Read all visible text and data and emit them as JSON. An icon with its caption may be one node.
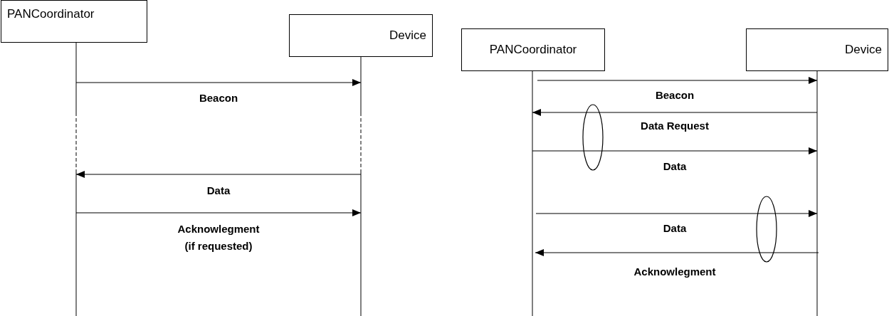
{
  "diagram": {
    "nodes": [
      {
        "text": [
          "PANCoordinator"
        ]
      },
      {
        "text": [
          "Device"
        ]
      },
      {
        "text": [
          "PANCoordinator"
        ]
      },
      {
        "text": [
          "Device"
        ]
      }
    ],
    "edges": [
      {
        "from": 0,
        "to": 1,
        "arrow": "to",
        "label": "Beacon"
      },
      {
        "from": 1,
        "to": 0,
        "arrow": "to",
        "label": "Data"
      },
      {
        "from": 0,
        "to": 1,
        "arrow": "to",
        "label": "Acknowlegment (if requested)"
      },
      {
        "from": 2,
        "to": 3,
        "arrow": "to",
        "label": "Beacon"
      },
      {
        "from": 3,
        "to": 2,
        "arrow": "to",
        "label": "Data Request"
      },
      {
        "from": 2,
        "to": 3,
        "arrow": "to",
        "label": "Data"
      },
      {
        "from": 2,
        "to": 3,
        "arrow": "to",
        "label": "Data"
      },
      {
        "from": 3,
        "to": 2,
        "arrow": "to",
        "label": "Acknowlegment"
      }
    ]
  }
}
